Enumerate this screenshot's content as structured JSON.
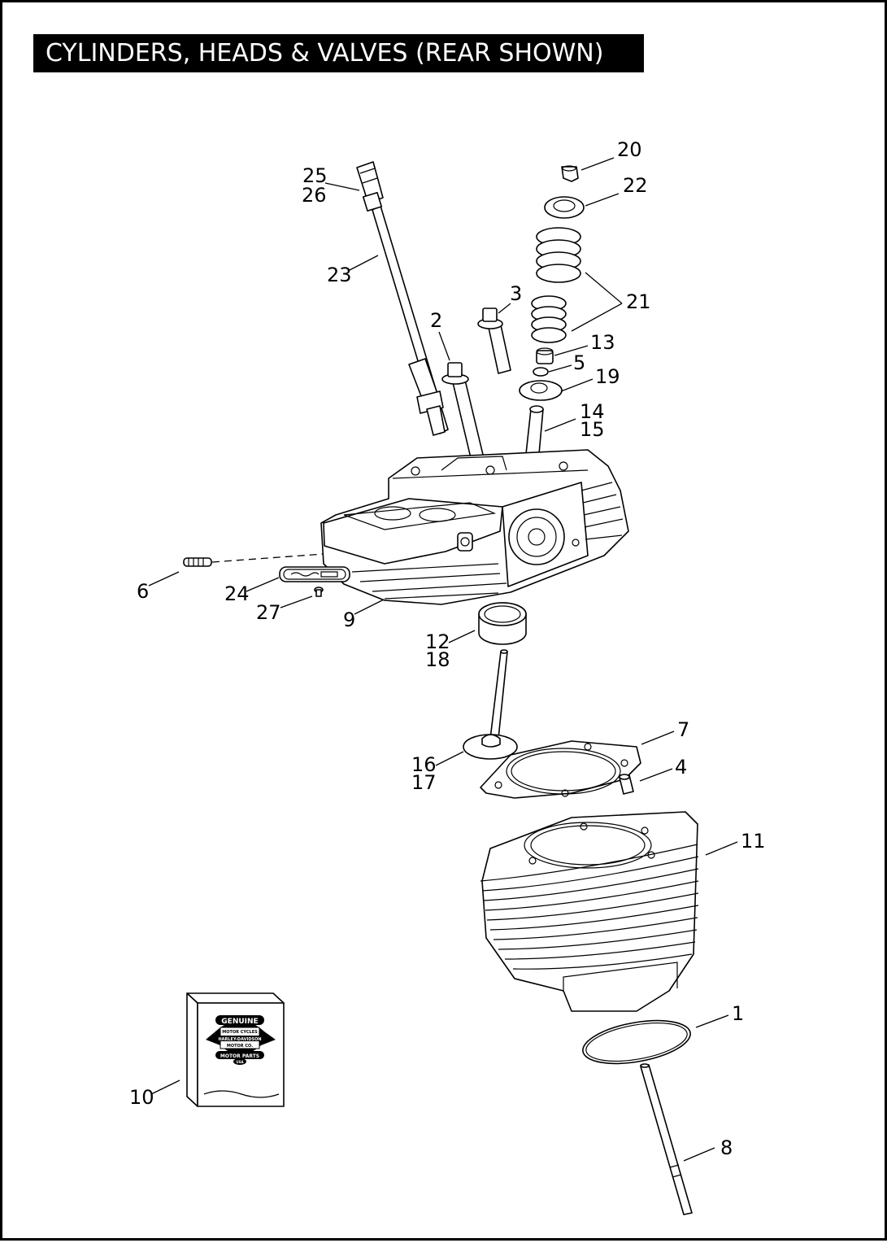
{
  "title": "CYLINDERS, HEADS & VALVES (REAR SHOWN)",
  "callouts": [
    {
      "id": "c1",
      "label": "1"
    },
    {
      "id": "c2",
      "label": "2"
    },
    {
      "id": "c3",
      "label": "3"
    },
    {
      "id": "c4",
      "label": "4"
    },
    {
      "id": "c5",
      "label": "5"
    },
    {
      "id": "c6",
      "label": "6"
    },
    {
      "id": "c7",
      "label": "7"
    },
    {
      "id": "c8",
      "label": "8"
    },
    {
      "id": "c9",
      "label": "9"
    },
    {
      "id": "c10",
      "label": "10"
    },
    {
      "id": "c11",
      "label": "11"
    },
    {
      "id": "c12",
      "label": "12"
    },
    {
      "id": "c13",
      "label": "13"
    },
    {
      "id": "c14",
      "label": "14"
    },
    {
      "id": "c15",
      "label": "15"
    },
    {
      "id": "c16",
      "label": "16"
    },
    {
      "id": "c17",
      "label": "17"
    },
    {
      "id": "c18",
      "label": "18"
    },
    {
      "id": "c19",
      "label": "19"
    },
    {
      "id": "c20",
      "label": "20"
    },
    {
      "id": "c21",
      "label": "21"
    },
    {
      "id": "c22",
      "label": "22"
    },
    {
      "id": "c23",
      "label": "23"
    },
    {
      "id": "c24",
      "label": "24"
    },
    {
      "id": "c25",
      "label": "25"
    },
    {
      "id": "c26",
      "label": "26"
    },
    {
      "id": "c27",
      "label": "27"
    }
  ],
  "logo": {
    "top": "GENUINE",
    "brand_line1": "MOTOR CYCLES",
    "brand_line2": "HARLEY-DAVIDSON",
    "brand_line3": "MOTOR CO.",
    "bottom": "MOTOR PARTS",
    "seal": "USA"
  }
}
